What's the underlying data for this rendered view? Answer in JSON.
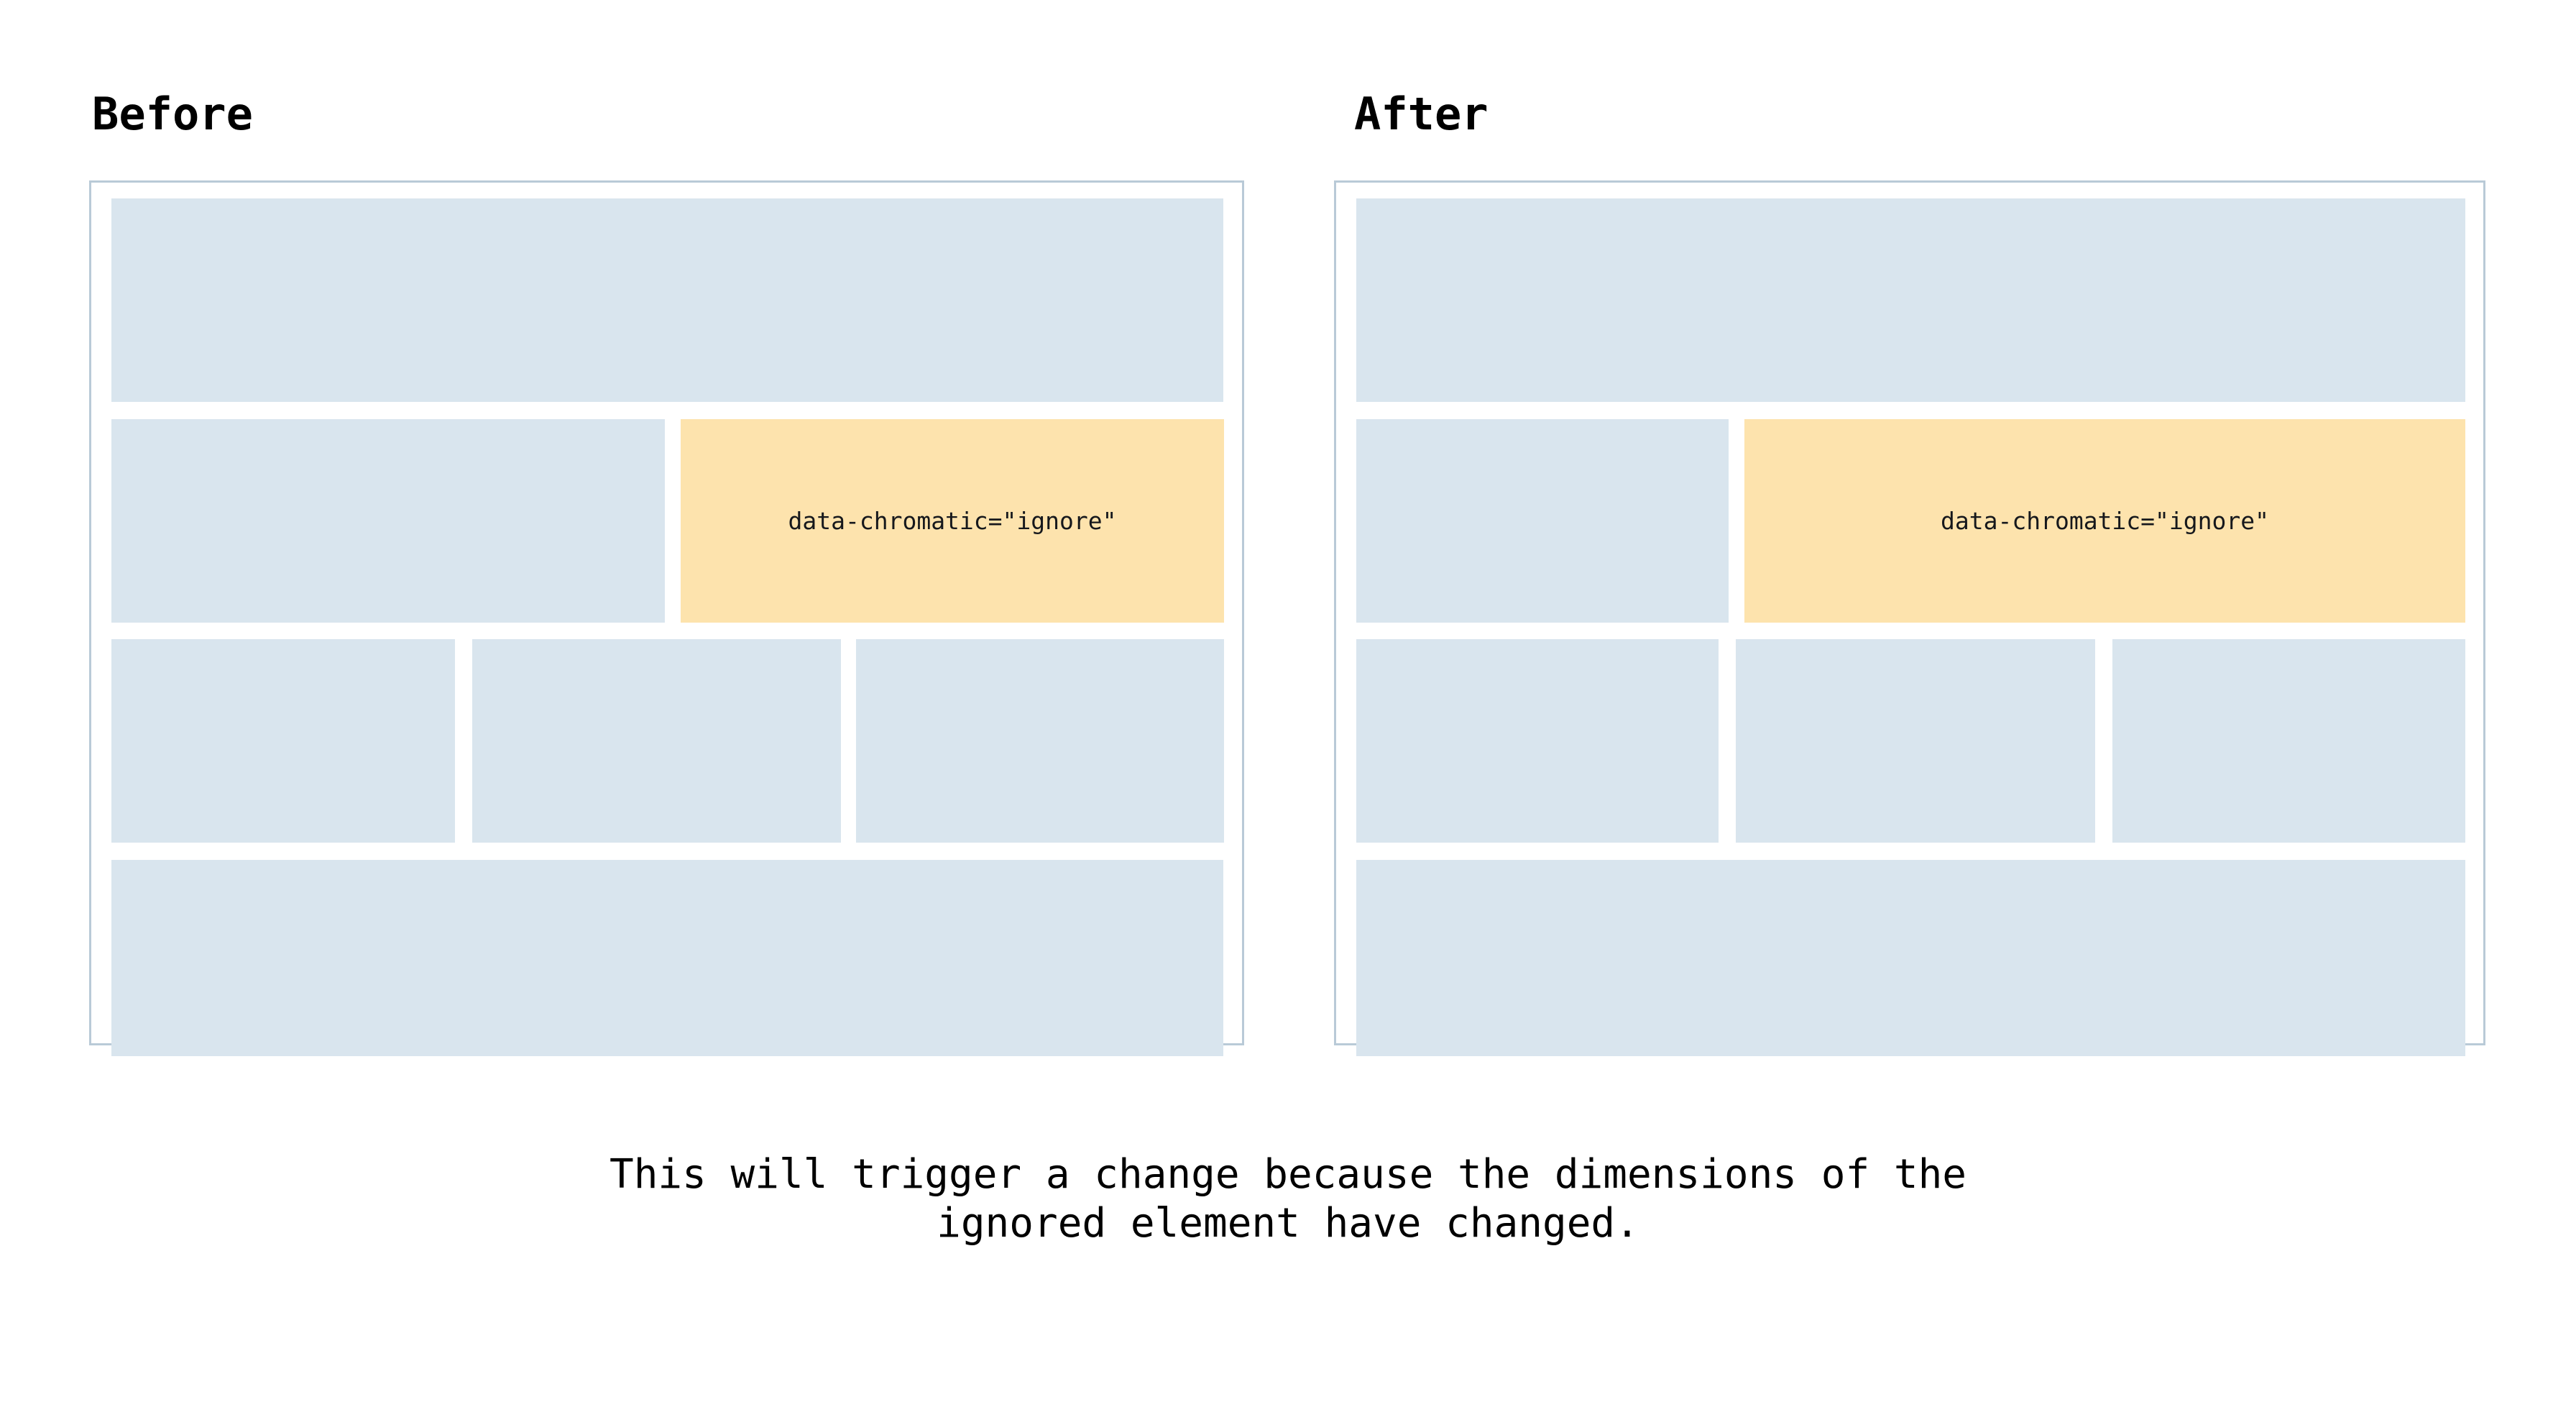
{
  "panels": [
    {
      "id": "before",
      "heading": "Before",
      "rows": [
        {
          "blocks": [
            {
              "kind": "placeholder"
            }
          ]
        },
        {
          "blocks": [
            {
              "kind": "placeholder"
            },
            {
              "kind": "ignored",
              "label": "data-chromatic=\"ignore\""
            }
          ]
        },
        {
          "blocks": [
            {
              "kind": "placeholder"
            },
            {
              "kind": "placeholder"
            },
            {
              "kind": "placeholder"
            }
          ]
        },
        {
          "blocks": [
            {
              "kind": "placeholder"
            }
          ]
        }
      ]
    },
    {
      "id": "after",
      "heading": "After",
      "rows": [
        {
          "blocks": [
            {
              "kind": "placeholder"
            }
          ]
        },
        {
          "blocks": [
            {
              "kind": "placeholder"
            },
            {
              "kind": "ignored",
              "label": "data-chromatic=\"ignore\""
            }
          ]
        },
        {
          "blocks": [
            {
              "kind": "placeholder"
            },
            {
              "kind": "placeholder"
            },
            {
              "kind": "placeholder"
            }
          ]
        },
        {
          "blocks": [
            {
              "kind": "placeholder"
            }
          ]
        }
      ]
    }
  ],
  "ignore_label": "data-chromatic=\"ignore\"",
  "caption": {
    "line1": "This will trigger a change because the dimensions of the",
    "line2": "ignored element have changed."
  },
  "colors": {
    "background": "#ffffff",
    "placeholder_block": "#d9e5ee",
    "ignored_block": "#fde3ad",
    "panel_border": "#b9cad7",
    "text": "#000000",
    "label_text": "#16181c"
  }
}
